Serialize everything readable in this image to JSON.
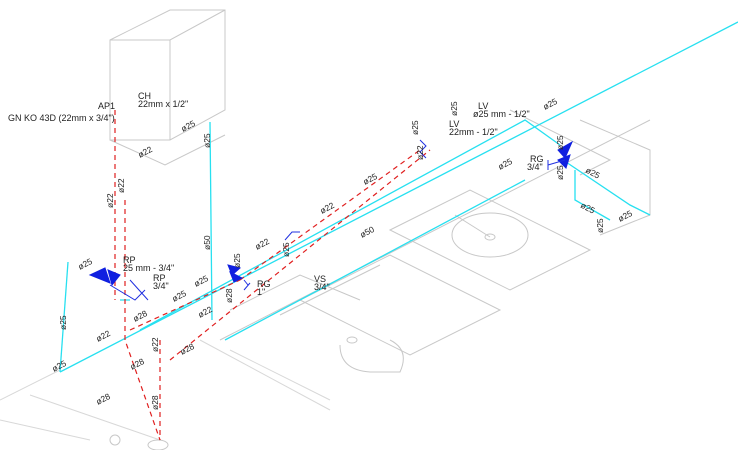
{
  "labels": {
    "gn_ko": "GN KO 43D (22mm x 3/4\")",
    "ap1": "AP1",
    "ch": "CH",
    "ch_size": "22mm x 1/2\"",
    "rp1": "RP",
    "rp1_size": "25 mm - 3/4\"",
    "rp2": "RP",
    "rp2_size": "3/4\"",
    "rg1": "RG",
    "rg1_size": "1\"",
    "vs": "VS",
    "vs_size": "3/4\"",
    "lv1": "LV",
    "lv1_size": "ø25 mm - 1/2\"",
    "lv2": "LV",
    "lv2_size": "22mm - 1/2\"",
    "rg2": "RG",
    "rg2_size": "3/4\""
  },
  "dims": [
    "ø25",
    "ø25",
    "ø22",
    "ø22",
    "ø22",
    "ø25",
    "ø50",
    "ø22",
    "ø25",
    "ø22",
    "ø25",
    "ø28",
    "ø28",
    "ø25",
    "ø25",
    "ø28",
    "ø22",
    "ø28",
    "ø28",
    "ø28",
    "ø25",
    "ø25",
    "ø25",
    "ø25",
    "ø22",
    "ø25",
    "ø22",
    "ø25",
    "ø25",
    "ø25",
    "ø25",
    "ø25",
    "ø25",
    "ø50",
    "ø22",
    "ø25",
    "ø25"
  ],
  "colors": {
    "supply": "#27e0f0",
    "return": "#e02020",
    "fitting": "#1020e0",
    "outline": "#c8c8c8"
  }
}
